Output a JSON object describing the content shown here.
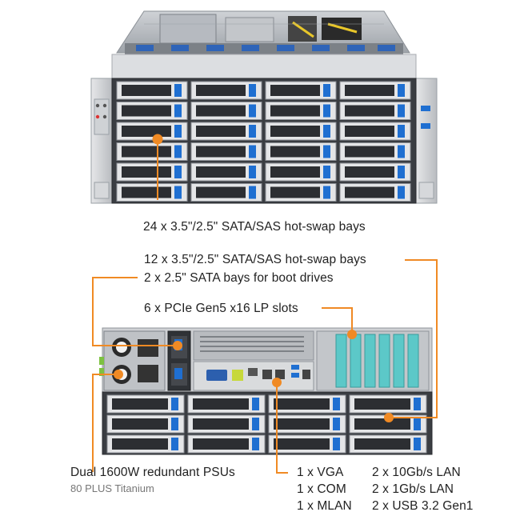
{
  "front_view": {
    "bays_label": "24 x 3.5\"/2.5\" SATA/SAS hot-swap bays",
    "bay_count": 24
  },
  "rear_view": {
    "rear_bays_label": "12 x 3.5\"/2.5\" SATA/SAS hot-swap bays",
    "boot_bays_label": "2 x 2.5\" SATA bays for boot drives",
    "pcie_label": "6 x PCIe Gen5 x16 LP slots",
    "psu_label": "Dual 1600W redundant PSUs",
    "psu_sub_label": "80 PLUS Titanium",
    "io_left": [
      "1 x VGA",
      "1 x COM",
      "1 x MLAN"
    ],
    "io_right": [
      "2 x 10Gb/s LAN",
      "2 x 1Gb/s LAN",
      "2 x USB 3.2 Gen1"
    ]
  },
  "colors": {
    "accent": "#f08a24",
    "drive_tab": "#1f6fd1",
    "pcie_teal": "#5cc8c8"
  }
}
